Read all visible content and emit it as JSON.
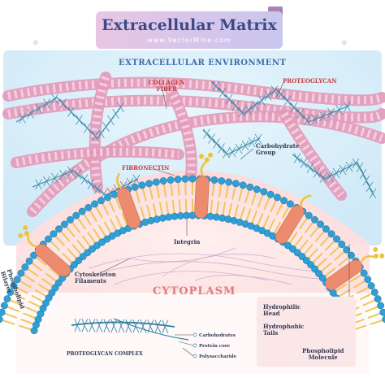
{
  "title": "Extracellular Matrix",
  "watermark": "www.VectorMine.com",
  "labels": {
    "environment": "EXTRACELLULAR ENVIRONMENT",
    "collagen_fiber": "COLLAGEN\nFIBER",
    "proteoglycan": "PROTEOGLYCAN",
    "carbohydrate_group": "Carbohydrate\nGroup",
    "fibronectin": "FIBRONECTIN",
    "integrin": "Integrin",
    "phospholipid_bilayer": "Phospholipid\nBilayer",
    "cytoskeleton_filaments": "Cytoskeleton\nFilaments",
    "cytoplasm": "CYTOPLASM",
    "hydrophilic_head": "Hydrophilic\nHead",
    "hydrophobic_tails": "Hydrophobic\nTails",
    "phospholipid_molecule": "Phospholipid\nMolecule",
    "proteoglycan_complex": "PROTEOGLYCAN COMPLEX",
    "carbohydrates": "Carbohydrates",
    "protein_core": "Protein core",
    "polysaccharide": "Polysaccharide"
  },
  "colors": {
    "collagen": "#e39ab8",
    "collagen_stripe": "#f6d3e2",
    "glycan": "#3f8aa6",
    "head": "#2f9fd6",
    "tail": "#f2c55c",
    "integrin": "#ec8b6e",
    "carbohydrate": "#f0c23c",
    "cytoplasm": "#fde3e3",
    "environment": "#d6eefa"
  }
}
